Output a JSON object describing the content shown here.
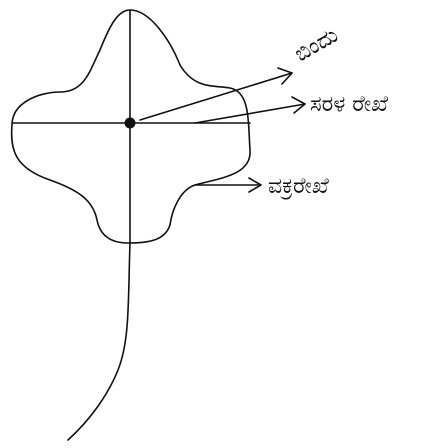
{
  "labels": {
    "point": "ಬಿಂದು",
    "straight_line": "ಸರಳ ರೇಖೆ",
    "curved_line": "ವಕ್ರರೇಖೆ"
  },
  "colors": {
    "ink": "#111111",
    "background": "#ffffff"
  }
}
